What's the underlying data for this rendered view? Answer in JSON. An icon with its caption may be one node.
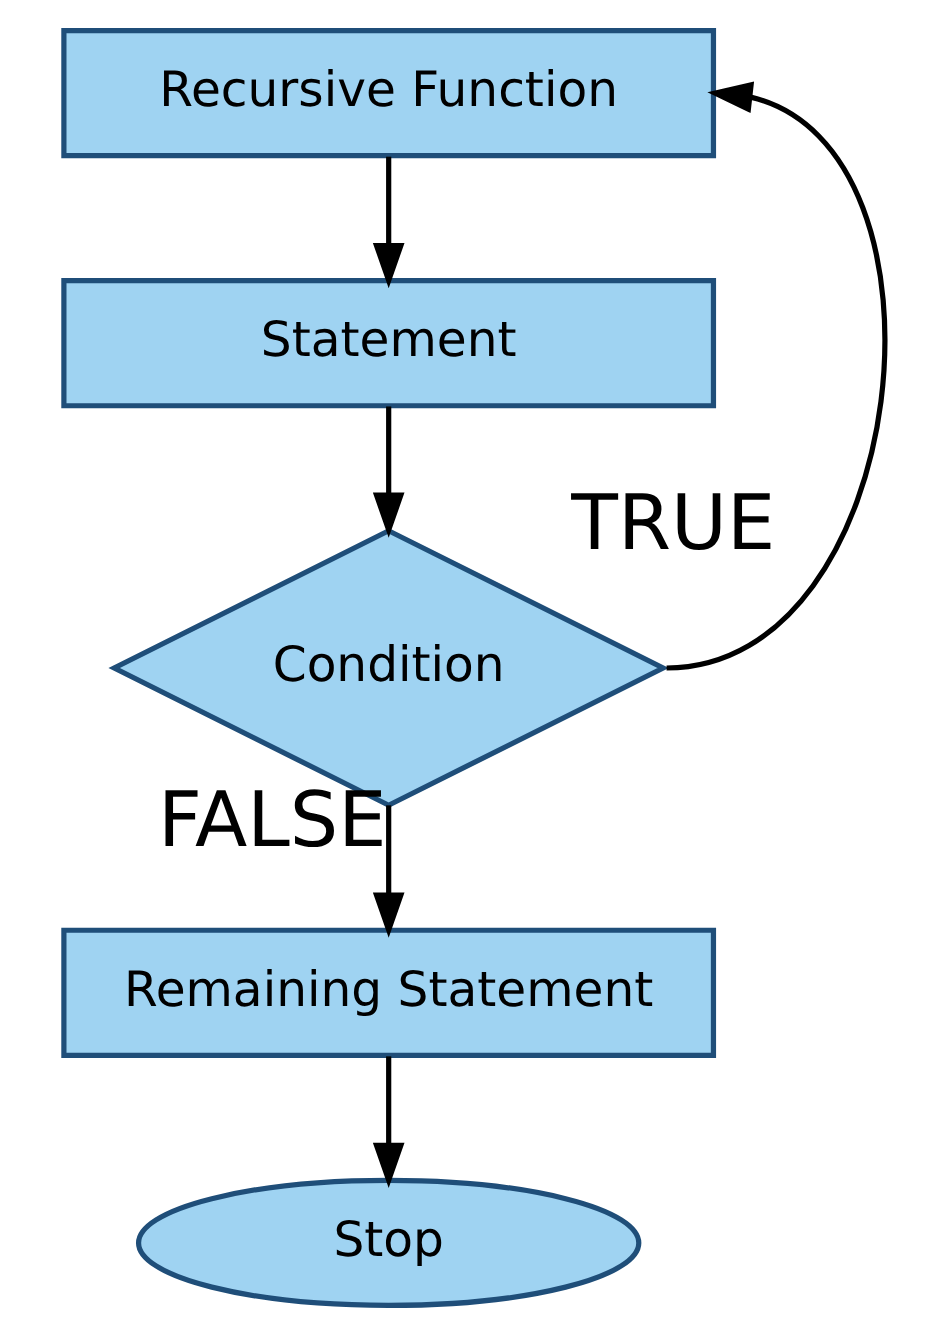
{
  "diagram": {
    "nodes": [
      {
        "text": [
          "Recursive Function"
        ]
      },
      {
        "text": [
          "Statement"
        ]
      },
      {
        "text": [
          "Condition"
        ]
      },
      {
        "text": [
          "Remaining Statement"
        ]
      },
      {
        "text": [
          "Stop"
        ]
      }
    ],
    "edges": [
      {
        "from": 0,
        "to": 1,
        "arrow": "to"
      },
      {
        "from": 1,
        "to": 2,
        "arrow": "to"
      },
      {
        "from": 2,
        "to": 0,
        "arrow": "to",
        "label": "TRUE"
      },
      {
        "from": 2,
        "to": 3,
        "arrow": "to",
        "label": "FALSE"
      },
      {
        "from": 3,
        "to": 4,
        "arrow": "to"
      }
    ]
  }
}
